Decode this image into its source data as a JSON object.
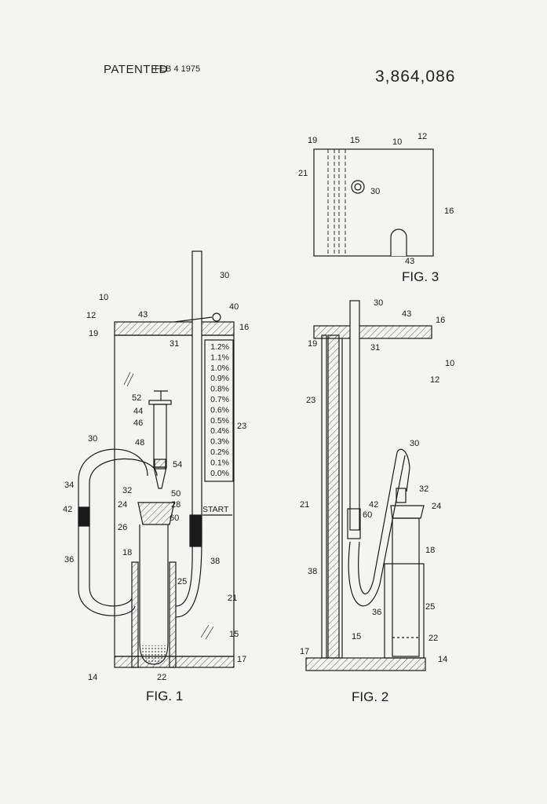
{
  "header": {
    "patented": "PATENTED",
    "date": "FEB 4 1975",
    "number": "3,864,086"
  },
  "figures": {
    "fig1": "FIG. 1",
    "fig2": "FIG. 2",
    "fig3": "FIG. 3"
  },
  "scale": [
    "1.2%",
    "1.1%",
    "1.0%",
    "0.9%",
    "0.8%",
    "0.7%",
    "0.6%",
    "0.5%",
    "0.4%",
    "0.3%",
    "0.2%",
    "0.1%",
    "0.0%"
  ],
  "start_label": "START",
  "refs": {
    "fig1": [
      "10",
      "12",
      "43",
      "40",
      "16",
      "19",
      "31",
      "30",
      "23",
      "52",
      "44",
      "46",
      "48",
      "30",
      "54",
      "32",
      "50",
      "34",
      "24",
      "28",
      "42",
      "26",
      "60",
      "18",
      "36",
      "25",
      "38",
      "21",
      "15",
      "17",
      "14",
      "22"
    ],
    "fig2": [
      "30",
      "43",
      "16",
      "19",
      "31",
      "10",
      "12",
      "23",
      "30",
      "32",
      "42",
      "24",
      "60",
      "21",
      "18",
      "38",
      "36",
      "25",
      "15",
      "22",
      "17",
      "14"
    ],
    "fig3": [
      "19",
      "15",
      "10",
      "12",
      "21",
      "30",
      "16",
      "43"
    ]
  },
  "colors": {
    "ink": "#1a1a1a",
    "paper": "#f4f4f2"
  }
}
